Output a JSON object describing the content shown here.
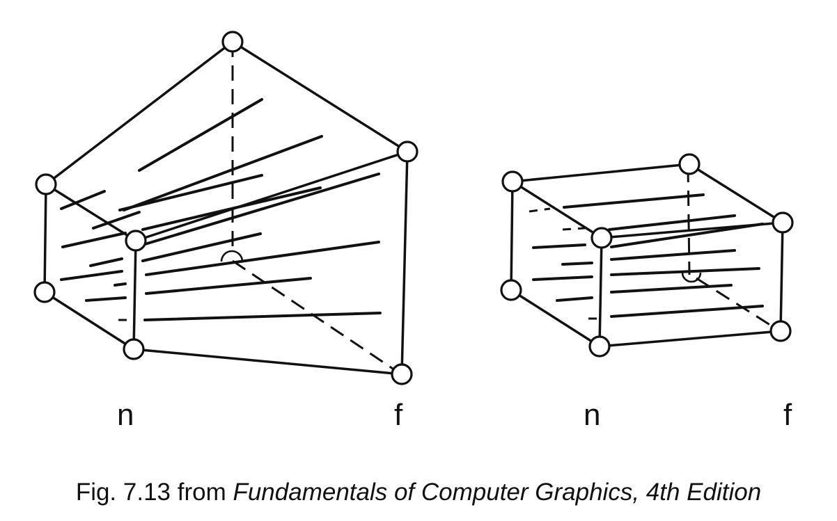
{
  "labels": {
    "left_near": "n",
    "left_far": "f",
    "right_near": "n",
    "right_far": "f"
  },
  "caption": {
    "prefix": "Fig. 7.13 from ",
    "book": "Fundamentals of Computer Graphics, 4th Edition"
  }
}
